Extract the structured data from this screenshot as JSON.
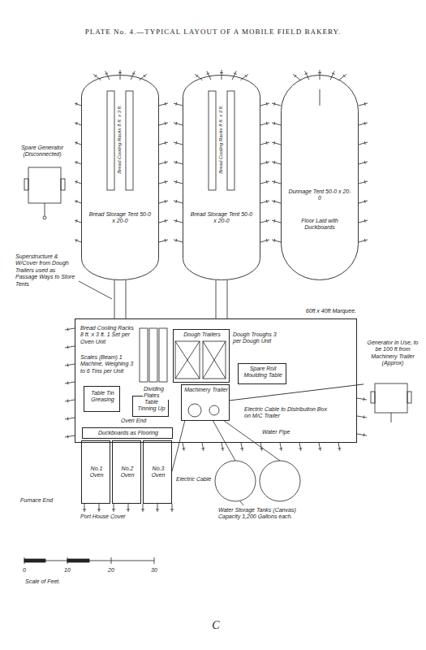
{
  "diagram": {
    "title": "PLATE No. 4.—TYPICAL LAYOUT OF A MOBILE FIELD BAKERY.",
    "nodes": [
      {
        "text": [
          "Bread Storage Tent 50-0 x 20-0"
        ]
      },
      {
        "text": [
          "Bread Storage Tent 50-0 x 20-0"
        ]
      },
      {
        "text": [
          "Dunnage Tent 50-0 x 20-0",
          "Floor Laid with Duckboards"
        ]
      },
      {
        "text": [
          "Spare Generator (Disconnected)"
        ]
      },
      {
        "text": [
          "60ft x 40ft Marquee."
        ]
      },
      {
        "text": [
          "Dough Trailers"
        ],
        "in": 4
      },
      {
        "text": [
          "Machinery Trailer"
        ],
        "in": 4
      },
      {
        "text": [
          "Table Tin Greasing"
        ],
        "in": 4
      },
      {
        "text": [
          "Table Tinning Up"
        ],
        "in": 4
      },
      {
        "text": [
          "Spare Roll Moulding Table"
        ],
        "in": 4
      },
      {
        "text": [
          "No.1 Oven"
        ]
      },
      {
        "text": [
          "No.2 Oven"
        ]
      },
      {
        "text": [
          "No.3 Oven"
        ]
      },
      {
        "text": [
          "Duckboards as Flooring"
        ],
        "in": 4
      },
      {
        "text": [
          "Generator in Use, to be 100 ft from Machinery Trailer (Approx)"
        ]
      }
    ],
    "edges": [
      {
        "from": 6,
        "to": 14,
        "arrow": "none"
      }
    ],
    "labels": [
      "Bread Cooling Racks 8 ft. x 3 ft.",
      "Bread Cooling Racks 8 ft. x 3 ft.",
      "Superstructure & W/Cover from Dough Trailers used as Passage Ways to Store Tents",
      "Bread Cooling Racks 8 ft. x 3 ft. 1 Set per Oven Unit",
      "Scales (Beam) 1 Machine, Weighing 3 to 6 Tins per Unit",
      "Dough Troughs 3 per Dough Unit",
      "Dividing Plates",
      "Oven End",
      "Electric Cable",
      "Electric Cable to Distribution Box on M/C Trailer",
      "Water Pipe",
      "Furnace End",
      "Port House Cover",
      "Water Storage Tanks (Canvas) Capacity 1,200 Gallons each.",
      "0",
      "10",
      "20",
      "30",
      "Scale of Feet.",
      "C"
    ]
  }
}
